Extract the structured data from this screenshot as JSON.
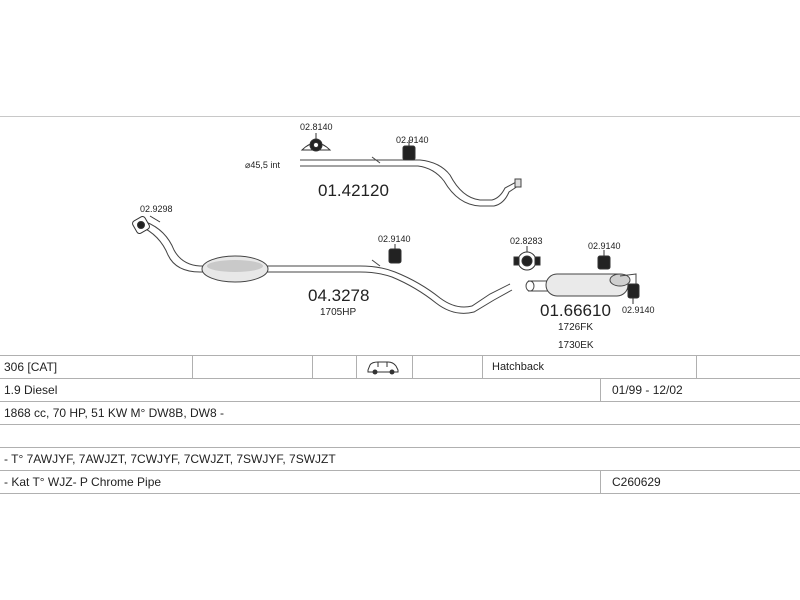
{
  "diagram": {
    "parts": {
      "front_pipe": "01.42120",
      "clamp_a": "02.8140",
      "hanger_a": "02.9140",
      "inlet_dim": "⌀45,5 int",
      "cat_flange": "02.9298",
      "catalyst": "04.3278",
      "cat_sub": "1705HP",
      "hanger_b": "02.9140",
      "clamp_b": "02.8283",
      "hanger_c": "02.9140",
      "rear_muffler": "01.66610",
      "hanger_d": "02.9140",
      "muffler_sub1": "1726FK",
      "muffler_sub2": "1730EK"
    }
  },
  "table": {
    "row1": {
      "model": "306  [CAT]",
      "body": "Hatchback",
      "car_icon": "car-icon"
    },
    "row2": {
      "engine": "1.9 Diesel",
      "years": "01/99 - 12/02"
    },
    "row3": {
      "details": "1868 cc, 70 HP, 51 KW M° DW8B, DW8 -"
    },
    "row4": {
      "types": "- T° 7AWJYF, 7AWJZT, 7CWJYF, 7CWJZT, 7SWJYF, 7SWJZT"
    },
    "row5": {
      "note": "- Kat T° WJZ- P Chrome Pipe",
      "code": "C260629"
    }
  }
}
